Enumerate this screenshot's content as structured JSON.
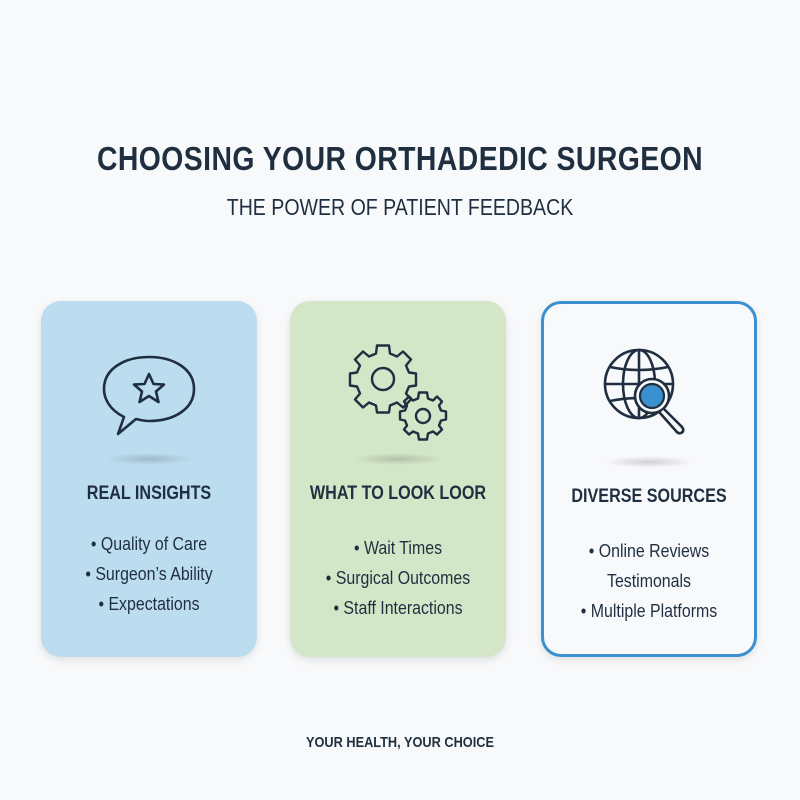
{
  "header": {
    "title": "CHOOSING YOUR ORTHADEDIC SURGEON",
    "subtitle": "THE POWER OF PATIENT FEEDBACK"
  },
  "cards": [
    {
      "icon": "speech-bubble-star-icon",
      "title": "REAL INSIGHTS",
      "background": "#bcdcf0",
      "bullets": [
        "• Quality of Care",
        "• Surgeon’s Ability",
        "• Expectations"
      ]
    },
    {
      "icon": "gears-icon",
      "title": "WHAT TO LOOK LOOR",
      "background": "#d3e6c8",
      "bullets": [
        "• Wait Times",
        "• Surgical Outcomes",
        "• Staff Interactions"
      ]
    },
    {
      "icon": "globe-magnifier-icon",
      "title": "DIVERSE SOURCES",
      "background": "#f8f9fb",
      "border": "#3b90cf",
      "bullets": [
        "• Online Reviews",
        "Testimonals",
        "• Multiple Platforms"
      ]
    }
  ],
  "footer": {
    "tagline": "YOUR HEALTH, YOUR CHOICE"
  },
  "colors": {
    "text": "#1f2f40",
    "accent": "#3b90cf"
  }
}
